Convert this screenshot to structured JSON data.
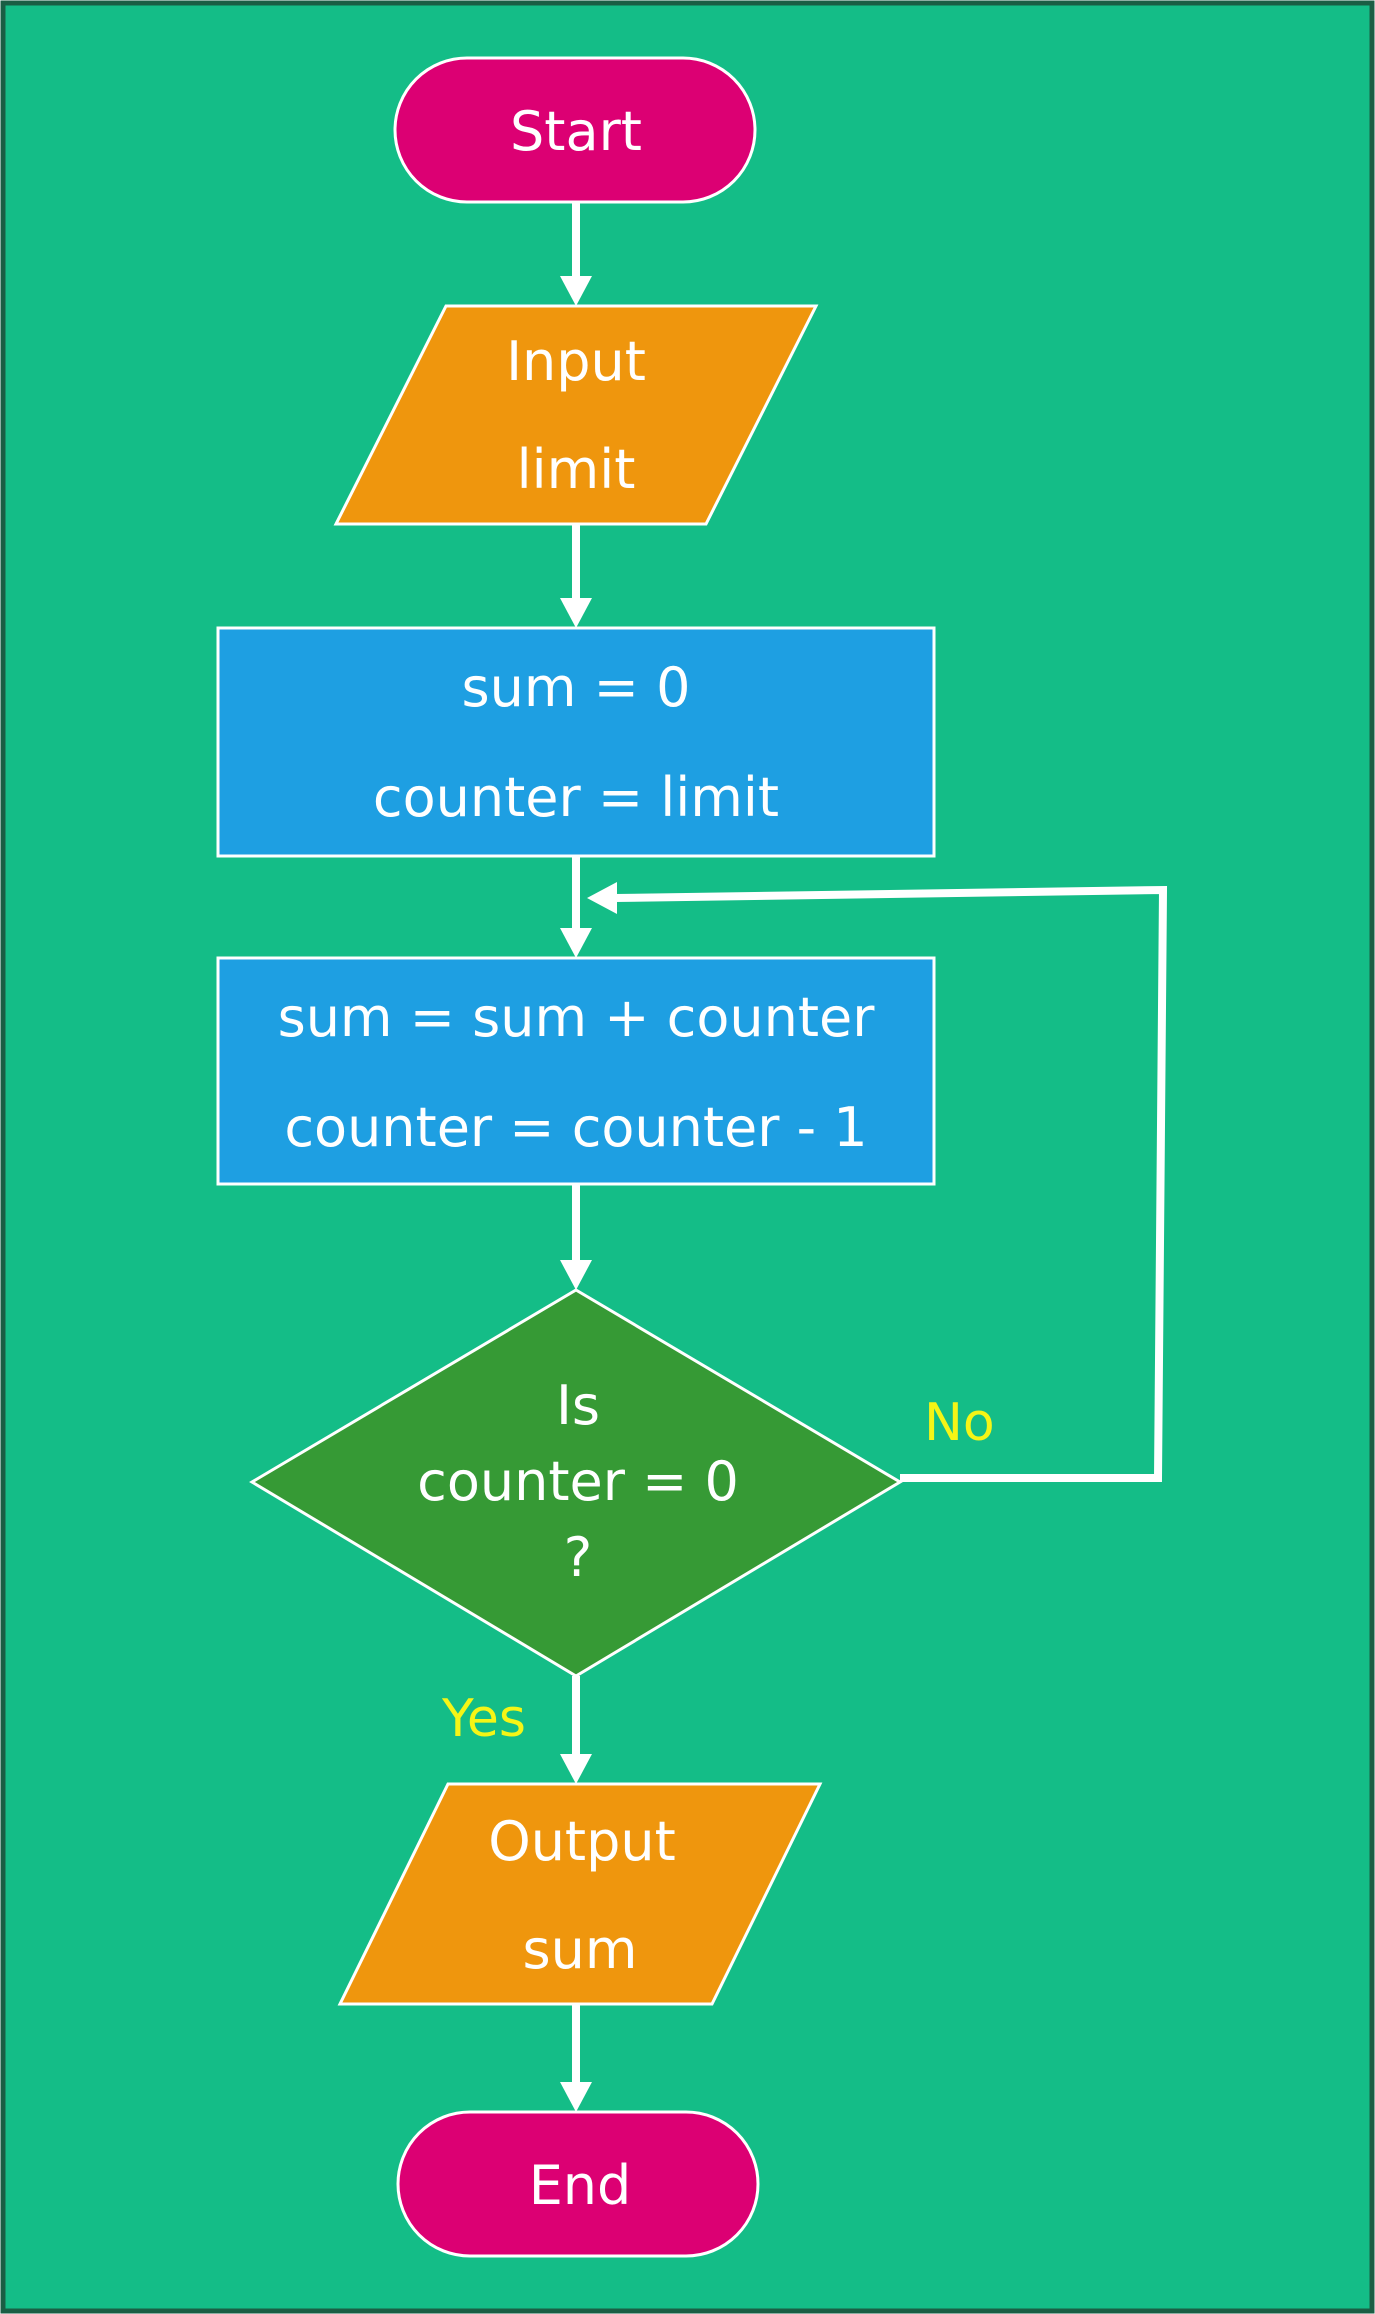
{
  "colors": {
    "background": "#14bd87",
    "frame": "#1a5e44",
    "terminator": "#dc0073",
    "io": "#ef960d",
    "process": "#1e9fe2",
    "decision": "#369a35",
    "connector": "#ffffff",
    "branch_label": "#f5f516"
  },
  "nodes": {
    "start": {
      "label": "Start"
    },
    "input": {
      "line1": "Input",
      "line2": "limit"
    },
    "init": {
      "line1": "sum = 0",
      "line2": "counter = limit"
    },
    "loop_body": {
      "line1": "sum = sum + counter",
      "line2": "counter = counter - 1"
    },
    "decision": {
      "line1": "Is",
      "line2": "counter = 0",
      "line3": "?"
    },
    "output": {
      "line1": "Output",
      "line2": "sum"
    },
    "end": {
      "label": "End"
    }
  },
  "branches": {
    "no": "No",
    "yes": "Yes"
  }
}
